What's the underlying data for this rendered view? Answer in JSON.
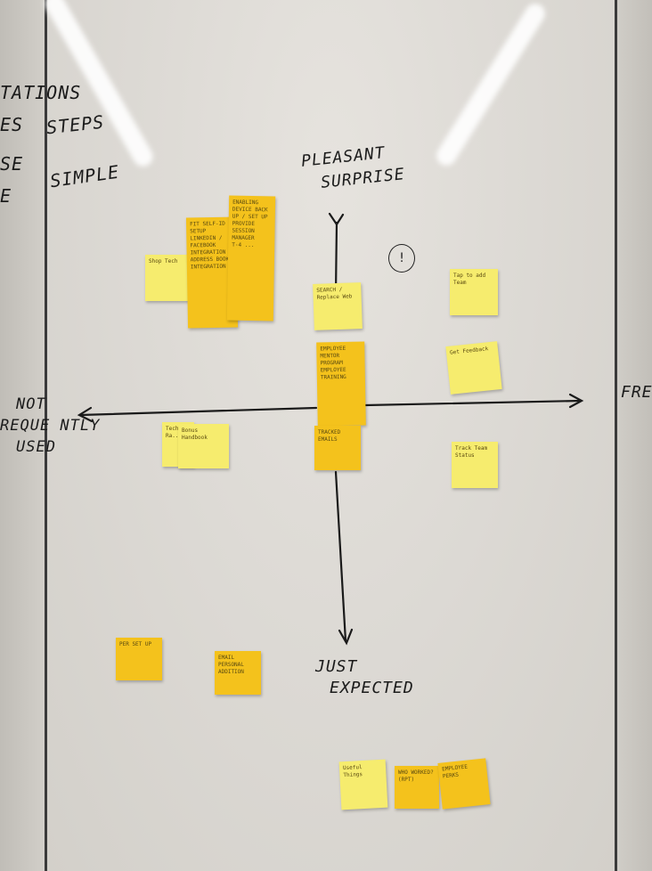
{
  "whiteboard": {
    "left_notes": {
      "line1": "TATIONS",
      "line2a": "ES",
      "line2b": "STEPS",
      "line3a": "SE",
      "line3b": "SIMPLE",
      "line4": "E"
    },
    "axis_labels": {
      "top_line1": "PLEASANT",
      "top_line2": "SURPRISE",
      "bottom_line1": "JUST",
      "bottom_line2": "EXPECTED",
      "left_line1": "NOT",
      "left_line2": "REQUE  NTLY",
      "left_line3": "USED",
      "right_line1": "FRE"
    },
    "marker": "!",
    "sticky_notes": [
      {
        "id": "n1",
        "text": "Shop Tech"
      },
      {
        "id": "n2",
        "text": "FIT SELF-ID SETUP\nLINKEDIN / FACEBOOK INTEGRATION\nADDRESS BOOK INTEGRATION"
      },
      {
        "id": "n3",
        "text": "ENABLING DEVICE BACK UP / SET UP\nPROVIDE SESSION MANAGER\nT-4 ..."
      },
      {
        "id": "n4",
        "text": "SEARCH / Replace Web"
      },
      {
        "id": "n5",
        "text": "Tap to add Team"
      },
      {
        "id": "n6",
        "text": "EMPLOYEE MENTOR PROGRAM\nEMPLOYEE TRAINING"
      },
      {
        "id": "n7",
        "text": "TRACKED EMAILS"
      },
      {
        "id": "n8",
        "text": "Get Feedback"
      },
      {
        "id": "n9",
        "text": "Tech Ra..."
      },
      {
        "id": "n10",
        "text": "Bonus Handbook"
      },
      {
        "id": "n11",
        "text": "Track Team Status"
      },
      {
        "id": "n12",
        "text": "PER SET UP"
      },
      {
        "id": "n13",
        "text": "EMAIL PERSONAL ADDITION"
      },
      {
        "id": "n14",
        "text": "Useful Things"
      },
      {
        "id": "n15",
        "text": "WHO WORKED? (RPT)"
      },
      {
        "id": "n16",
        "text": "EMPLOYEE PERKS"
      }
    ]
  }
}
